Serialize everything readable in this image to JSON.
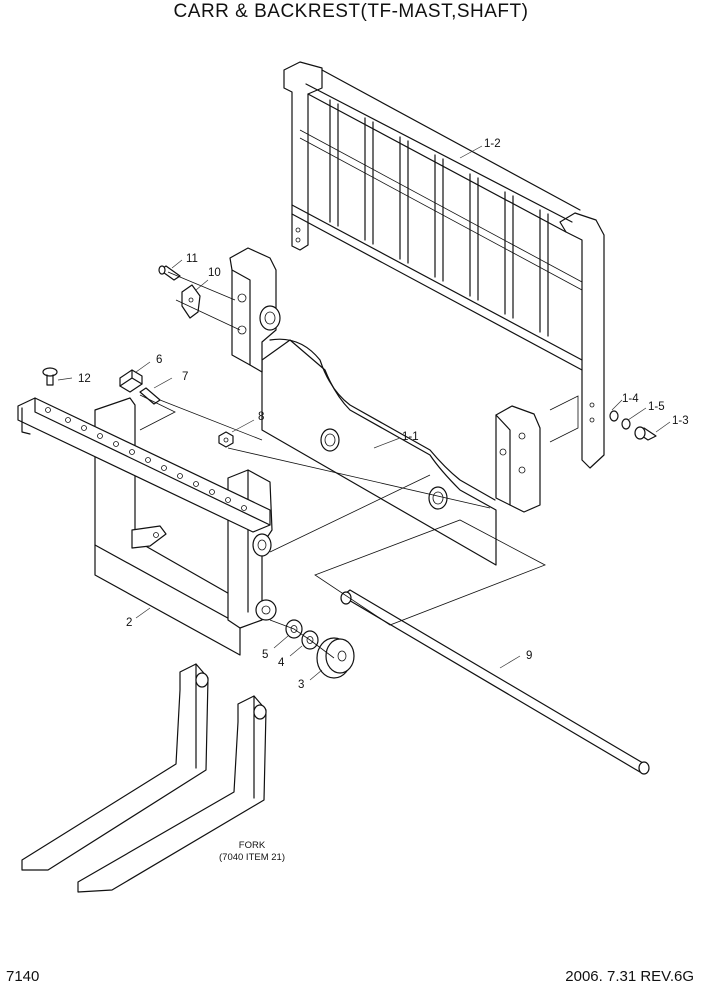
{
  "title": "CARR & BACKREST(TF-MAST,SHAFT)",
  "page_number": "7140",
  "revision": "2006. 7.31 REV.6G",
  "labels": {
    "p1_2": "1-2",
    "p1_1": "1-1",
    "p1_3": "1-3",
    "p1_4": "1-4",
    "p1_5": "1-5",
    "p2": "2",
    "p3": "3",
    "p4": "4",
    "p5": "5",
    "p6": "6",
    "p7": "7",
    "p8": "8",
    "p9": "9",
    "p10": "10",
    "p11": "11",
    "p12": "12",
    "fork": "FORK",
    "fork_ref": "(7040 ITEM 21)"
  }
}
